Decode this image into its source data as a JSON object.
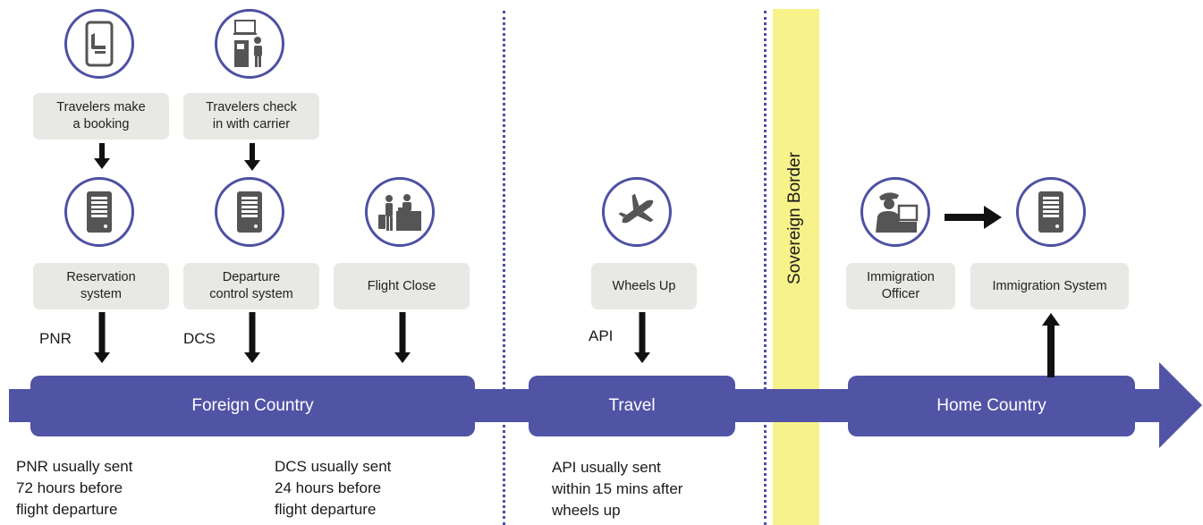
{
  "colors": {
    "band": "#5153a5",
    "circle_border": "#4e50a3",
    "label_bg": "#e8e8e4",
    "border_strip": "#f7f28a",
    "arrow": "#111111"
  },
  "steps": {
    "booking": {
      "icon": "smartphone-seat-icon",
      "label": "Travelers make\na booking"
    },
    "checkin": {
      "icon": "check-in-kiosk-icon",
      "label": "Travelers check\nin with carrier"
    },
    "reservation": {
      "icon": "server-icon",
      "label": "Reservation\nsystem"
    },
    "departure": {
      "icon": "server-icon",
      "label": "Departure\ncontrol system"
    },
    "flight_close": {
      "icon": "check-in-counter-icon",
      "label": "Flight Close"
    },
    "wheels_up": {
      "icon": "airplane-icon",
      "label": "Wheels Up"
    },
    "officer": {
      "icon": "immigration-officer-icon",
      "label": "Immigration\nOfficer"
    },
    "immigration_system": {
      "icon": "server-icon",
      "label": "Immigration System"
    }
  },
  "feeds": {
    "pnr": "PNR",
    "dcs": "DCS",
    "api": "API"
  },
  "timeline": {
    "foreign": "Foreign Country",
    "travel": "Travel",
    "home": "Home Country"
  },
  "border_label": "Sovereign Border",
  "notes": {
    "pnr": "PNR usually sent\n72 hours before\nflight departure",
    "dcs": "DCS usually sent\n24 hours before\nflight departure",
    "api": "API usually sent\nwithin 15 mins after\nwheels up"
  }
}
